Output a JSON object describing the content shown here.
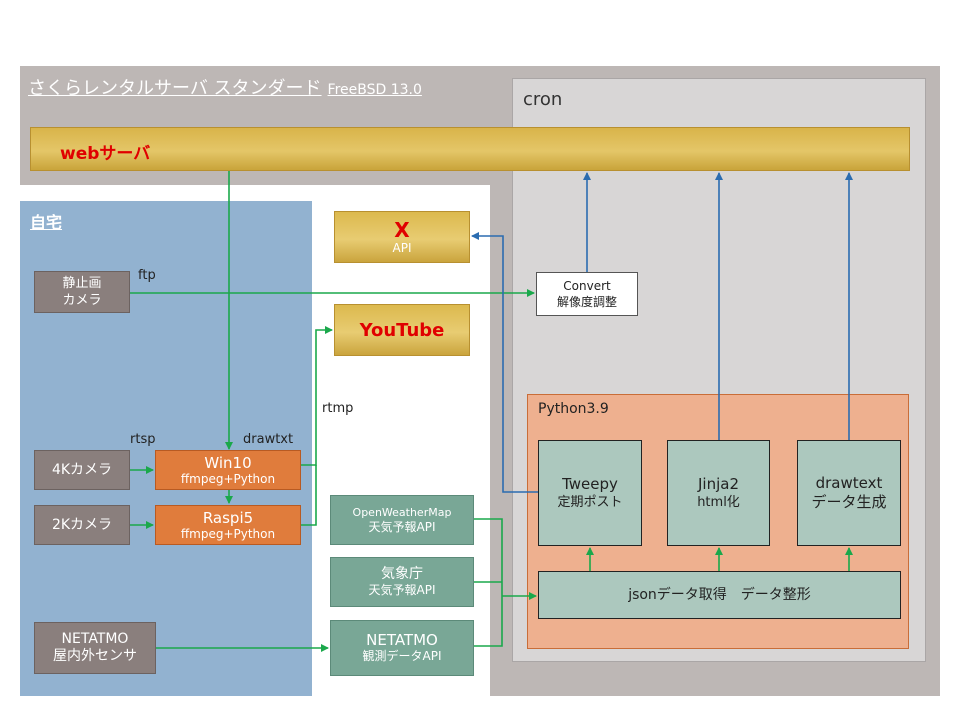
{
  "server": {
    "title": "さくらレンタルサーバ スタンダード",
    "os": "FreeBSD 13.0"
  },
  "cron": {
    "label": "cron"
  },
  "webserver": {
    "label": "webサーバ"
  },
  "home": {
    "label": "自宅"
  },
  "x_api": {
    "name": "X",
    "sub": "API"
  },
  "youtube": {
    "label": "YouTube"
  },
  "convert": {
    "line1": "Convert",
    "line2": "解像度調整"
  },
  "python_env": {
    "label": "Python3.9"
  },
  "still_camera": {
    "line1": "静止画",
    "line2": "カメラ"
  },
  "camera_4k": {
    "label": "4Kカメラ"
  },
  "camera_2k": {
    "label": "2Kカメラ"
  },
  "netatmo_sensor": {
    "line1": "NETATMO",
    "line2": "屋内外センサ"
  },
  "win10": {
    "line1": "Win10",
    "line2": "ffmpeg+Python"
  },
  "raspi5": {
    "line1": "Raspi5",
    "line2": "ffmpeg+Python"
  },
  "openweathermap": {
    "line1": "OpenWeatherMap",
    "line2": "天気予報API"
  },
  "jma": {
    "line1": "気象庁",
    "line2": "天気予報API"
  },
  "netatmo_api": {
    "line1": "NETATMO",
    "line2": "観測データAPI"
  },
  "tweepy": {
    "line1": "Tweepy",
    "line2": "定期ポスト"
  },
  "jinja2": {
    "line1": "Jinja2",
    "line2": "html化"
  },
  "drawtext": {
    "line1": "drawtext",
    "line2": "データ生成"
  },
  "json_module": {
    "label": "jsonデータ取得　データ整形"
  },
  "edge_labels": {
    "ftp": "ftp",
    "rtsp": "rtsp",
    "drawtxt": "drawtxt",
    "rtmp": "rtmp"
  },
  "colors": {
    "green_arrow": "#1aa84b",
    "blue_arrow": "#2b6cb0",
    "label_red": "#e00000"
  }
}
